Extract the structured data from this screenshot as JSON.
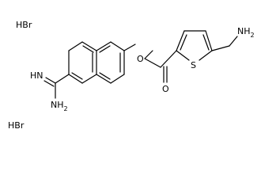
{
  "salts": [
    {
      "label": "HBr"
    },
    {
      "label": "HBr"
    }
  ],
  "atoms": {
    "imine_label": "HN",
    "amine_label": "NH",
    "amine_subscript": "2",
    "ether_oxygen": "O",
    "carbonyl_oxygen": "O",
    "thiophene_sulfur": "S",
    "aminomethyl_label": "NH",
    "aminomethyl_subscript": "2"
  },
  "colors": {
    "bond": "#000000",
    "text": "#000000",
    "background": "#ffffff"
  }
}
